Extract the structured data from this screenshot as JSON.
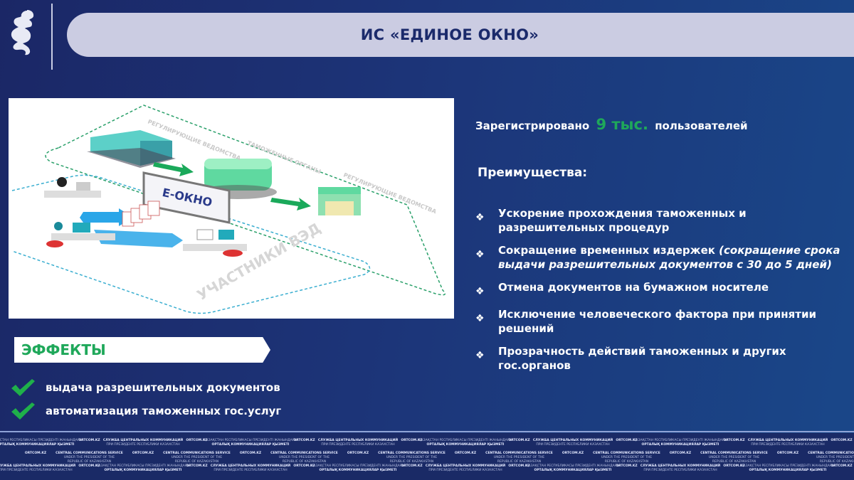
{
  "header": {
    "title": "ИС «ЕДИНОЕ ОКНО»",
    "logo": "snow-leopard-logo"
  },
  "diagram": {
    "label_reg1": "РЕГУЛИРУЮЩИЕ ВЕДОМСТВА",
    "label_customs": "ТАМОЖЕННЫЕ ОРГАНЫ",
    "label_reg2": "РЕГУЛИРУЮЩИЕ ВЕДОМСТВА",
    "board": "Е-ОКНО",
    "label_participants": "УЧАСТНИКИ ВЭД"
  },
  "stats": {
    "prefix": "Зарегистрировано",
    "value": "9 тыс.",
    "suffix": "пользователей"
  },
  "advantages": {
    "title": "Преимущества:",
    "items": [
      {
        "text": "Ускорение прохождения таможенных и разрешительных процедур"
      },
      {
        "text": "Сокращение временных издержек ",
        "italic": "(сокращение срока выдачи разрешительных документов с 30 до 5 дней)"
      },
      {
        "text": "Отмена документов на бумажном носителе"
      },
      {
        "text": "Исключение человеческого фактора при принятии решений"
      },
      {
        "text": "Прозрачность действий таможенных и других гос.органов"
      }
    ]
  },
  "effects": {
    "title": "ЭФФЕКТЫ",
    "items": [
      "выдача разрешительных документов",
      "автоматизация таможенных гос.услуг"
    ]
  },
  "footer": {
    "kz_line1": "ҚАЗАҚСТАН РЕСПУБЛИКАСЫ ПРЕЗИДЕНТІ ЖАНЫНДАҒЫ",
    "kz_line2": "ОРТАЛЫҚ КОММУНИКАЦИЯЛАР ҚЫЗМЕТІ",
    "ru_line1": "СЛУЖБА ЦЕНТРАЛЬНЫХ КОММУНИКАЦИЙ",
    "ru_line2": "ПРИ ПРЕЗИДЕНТЕ РЕСПУБЛИКИ КАЗАХСТАН",
    "en_line1": "CENTRAL COMMUNICATIONS SERVICE",
    "en_line2": "UNDER THE PRESIDENT OF THE",
    "en_line3": "REPUBLIC OF KAZAKHSTAN",
    "site": "ORTCOM.KZ"
  },
  "colors": {
    "accent_green": "#1fa85a",
    "navy": "#1b2a6b",
    "title_bar": "#cbcce2"
  }
}
